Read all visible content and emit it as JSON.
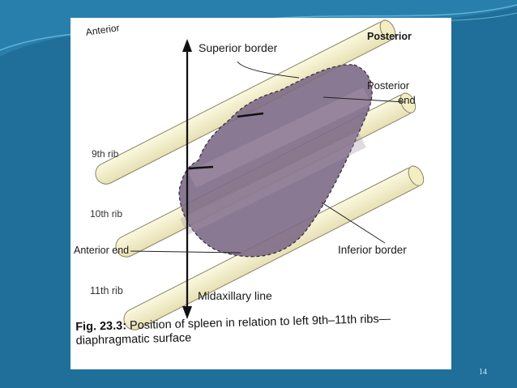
{
  "slide": {
    "page_number": "14",
    "colors": {
      "background": "#1f6f9a",
      "wave": "#5fb0d6",
      "panel": "#ffffff"
    }
  },
  "figure": {
    "labels": {
      "anterior": "Anterior",
      "posterior": "Posterior",
      "superior_border": "Superior border",
      "posterior_end_line1": "Posterior",
      "posterior_end_line2": "end",
      "rib_9": "9th rib",
      "rib_10": "10th rib",
      "anterior_end": "Anterior end",
      "inferior_border": "Inferior border",
      "rib_11": "11th rib",
      "midaxillary_line": "Midaxillary line"
    },
    "caption": {
      "number": "Fig. 23.3:",
      "text": "Position of spleen in relation to left 9th–11th ribs—diaphragmatic surface"
    },
    "colors": {
      "rib_fill": "#f5f0c8",
      "rib_stroke": "#8a8468",
      "spleen_fill": "#7d6a86",
      "arrow": "#111111"
    }
  }
}
